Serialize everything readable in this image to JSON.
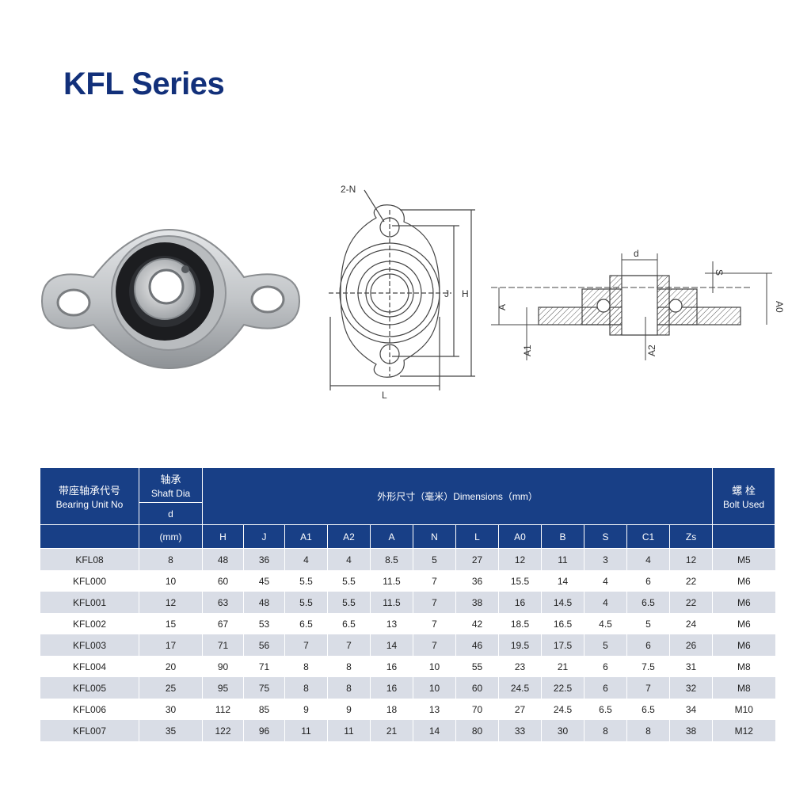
{
  "title": "KFL Series",
  "drawing_labels": {
    "holes": "2-N",
    "j": "J",
    "h": "H",
    "l": "L",
    "d": "d",
    "s": "S",
    "a": "A",
    "a0": "A0",
    "a1": "A1",
    "a2": "A2"
  },
  "table": {
    "bearing_unit_cn": "带座轴承代号",
    "bearing_unit_en": "Bearing Unit No",
    "shaft_cn": "轴承",
    "shaft_en": "Shaft Dia",
    "shaft_symbol": "d",
    "shaft_units": "(mm)",
    "dimensions_label": "外形尺寸（毫米）Dimensions（mm）",
    "bolt_cn": "螺 栓",
    "bolt_en": "Bolt Used",
    "dim_columns": [
      "H",
      "J",
      "A1",
      "A2",
      "A",
      "N",
      "L",
      "A0",
      "B",
      "S",
      "C1",
      "Zs"
    ],
    "rows": [
      [
        "KFL08",
        "8",
        "48",
        "36",
        "4",
        "4",
        "8.5",
        "5",
        "27",
        "12",
        "11",
        "3",
        "4",
        "12",
        "M5"
      ],
      [
        "KFL000",
        "10",
        "60",
        "45",
        "5.5",
        "5.5",
        "11.5",
        "7",
        "36",
        "15.5",
        "14",
        "4",
        "6",
        "22",
        "M6"
      ],
      [
        "KFL001",
        "12",
        "63",
        "48",
        "5.5",
        "5.5",
        "11.5",
        "7",
        "38",
        "16",
        "14.5",
        "4",
        "6.5",
        "22",
        "M6"
      ],
      [
        "KFL002",
        "15",
        "67",
        "53",
        "6.5",
        "6.5",
        "13",
        "7",
        "42",
        "18.5",
        "16.5",
        "4.5",
        "5",
        "24",
        "M6"
      ],
      [
        "KFL003",
        "17",
        "71",
        "56",
        "7",
        "7",
        "14",
        "7",
        "46",
        "19.5",
        "17.5",
        "5",
        "6",
        "26",
        "M6"
      ],
      [
        "KFL004",
        "20",
        "90",
        "71",
        "8",
        "8",
        "16",
        "10",
        "55",
        "23",
        "21",
        "6",
        "7.5",
        "31",
        "M8"
      ],
      [
        "KFL005",
        "25",
        "95",
        "75",
        "8",
        "8",
        "16",
        "10",
        "60",
        "24.5",
        "22.5",
        "6",
        "7",
        "32",
        "M8"
      ],
      [
        "KFL006",
        "30",
        "112",
        "85",
        "9",
        "9",
        "18",
        "13",
        "70",
        "27",
        "24.5",
        "6.5",
        "6.5",
        "34",
        "M10"
      ],
      [
        "KFL007",
        "35",
        "122",
        "96",
        "11",
        "11",
        "21",
        "14",
        "80",
        "33",
        "30",
        "8",
        "8",
        "38",
        "M12"
      ]
    ]
  }
}
